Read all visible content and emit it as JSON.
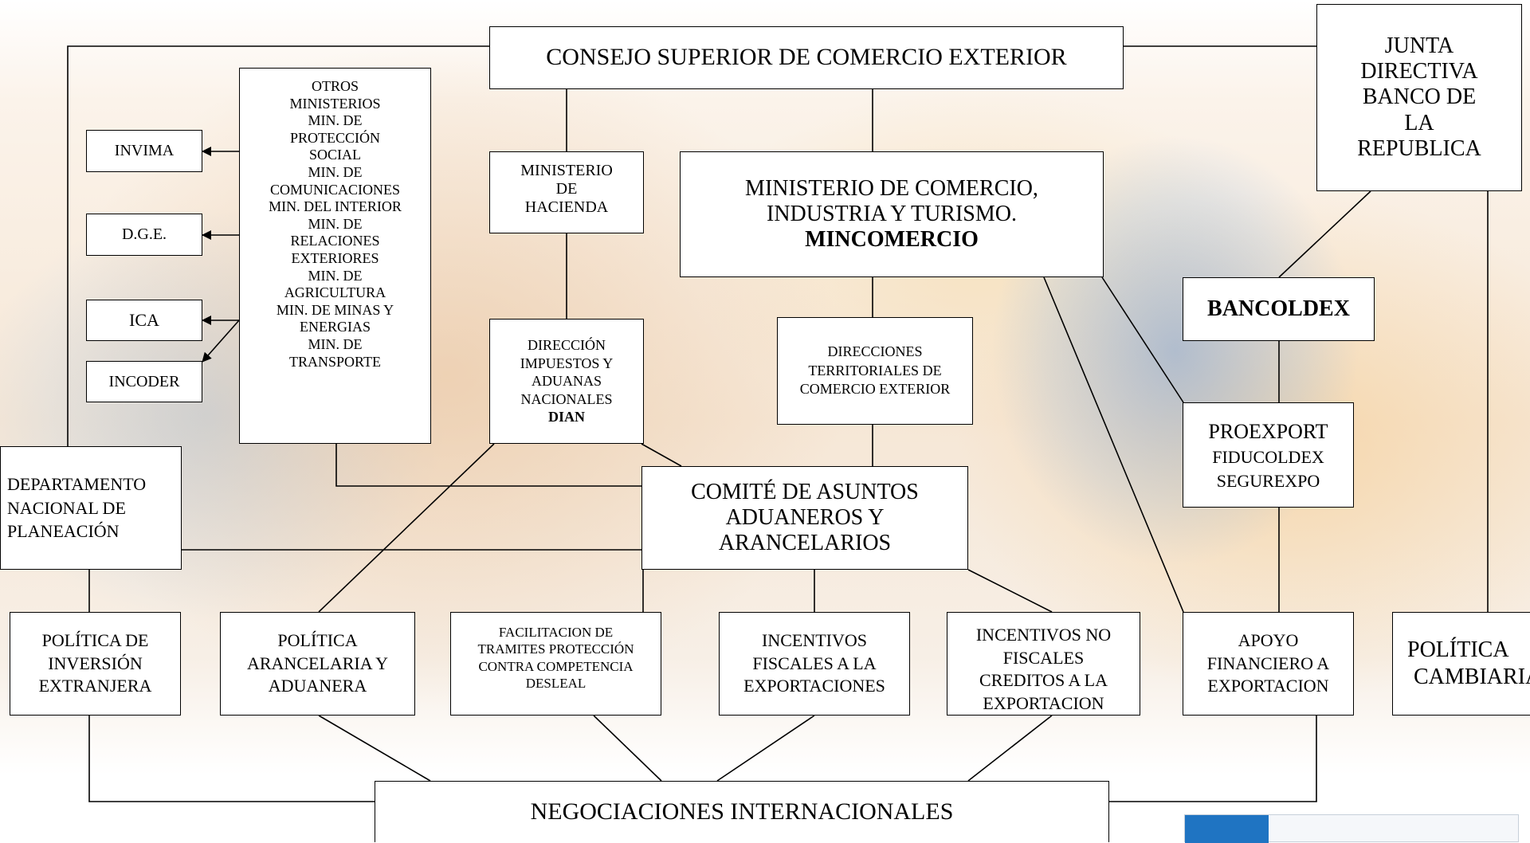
{
  "nodes": {
    "consejo": [
      "CONSEJO SUPERIOR DE COMERCIO EXTERIOR"
    ],
    "junta": [
      "JUNTA",
      "DIRECTIVA",
      "BANCO DE",
      "LA",
      "REPUBLICA"
    ],
    "otros": [
      "OTROS",
      "MINISTERIOS",
      "MIN. DE",
      "PROTECCIÓN",
      "SOCIAL",
      "MIN. DE",
      "COMUNICACIONES",
      "MIN. DEL INTERIOR",
      "MIN.  DE",
      "RELACIONES",
      "EXTERIORES",
      "MIN. DE",
      "AGRICULTURA",
      "MIN. DE MINAS Y",
      "ENERGIAS",
      "MIN. DE",
      "TRANSPORTE"
    ],
    "invima": [
      "INVIMA"
    ],
    "dge": [
      "D.G.E."
    ],
    "ica": [
      "ICA"
    ],
    "incoder": [
      "INCODER"
    ],
    "hacienda": [
      "MINISTERIO",
      "DE",
      "HACIENDA"
    ],
    "mincomercio": [
      "MINISTERIO DE COMERCIO,",
      "INDUSTRIA Y TURISMO."
    ],
    "mincomercio_bold": "MINCOMERCIO",
    "bancoldex": "BANCOLDEX",
    "dian": [
      "DIRECCIÓN",
      "IMPUESTOS Y",
      "ADUANAS",
      "NACIONALES"
    ],
    "dian_bold": "DIAN",
    "direcciones": [
      "DIRECCIONES",
      "TERRITORIALES DE",
      "COMERCIO EXTERIOR"
    ],
    "proexport": [
      "PROEXPORT",
      "FIDUCOLDEX",
      "SEGUREXPO"
    ],
    "dnp": [
      "DEPARTAMENTO",
      "NACIONAL DE",
      "PLANEACIÓN"
    ],
    "comite": [
      "COMITÉ DE ASUNTOS",
      "ADUANEROS Y",
      "ARANCELARIOS"
    ],
    "politica_inversion": [
      "POLÍTICA DE",
      "INVERSIÓN",
      "EXTRANJERA"
    ],
    "politica_arancelaria": [
      "POLÍTICA",
      "ARANCELARIA Y",
      "ADUANERA"
    ],
    "facilitacion": [
      "FACILITACION  DE",
      "TRAMITES PROTECCIÓN",
      "CONTRA COMPETENCIA",
      "DESLEAL"
    ],
    "incentivos_fiscales": [
      "INCENTIVOS",
      "FISCALES A LA",
      "EXPORTACIONES"
    ],
    "incentivos_no_fiscales": [
      "INCENTIVOS NO",
      "FISCALES",
      "CREDITOS A LA",
      "EXPORTACION"
    ],
    "apoyo": [
      "APOYO",
      "FINANCIERO A",
      "EXPORTACION"
    ],
    "politica_cambiaria": [
      "POLÍTICA",
      "CAMBIARIA"
    ],
    "negociaciones": [
      "NEGOCIACIONES INTERNACIONALES"
    ]
  },
  "colors": {
    "line": "#000000",
    "box_fill": "#ffffff",
    "corner_blue": "#1f74c2"
  }
}
